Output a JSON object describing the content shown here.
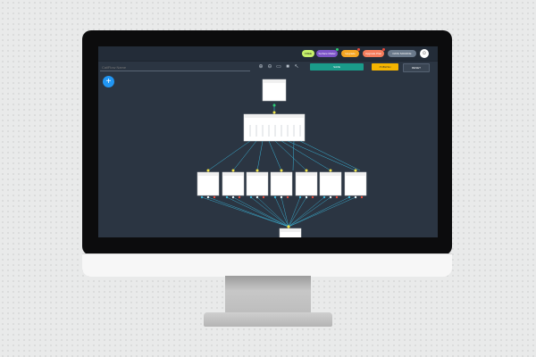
{
  "topbar": {
    "pill_1": "FREE",
    "pill_2": "Surface Mailer",
    "pill_3": "Upgrade",
    "pill_4": "Upgrade Plan",
    "pill_5": "DATA SOURCE",
    "colors": {
      "free": "#c6f06a",
      "purple": "#7d55c7",
      "orange": "#f5a623",
      "salmon": "#f47c5c",
      "slate": "#6b7a8c"
    }
  },
  "toolbar": {
    "search_placeholder": "CallFlow Name",
    "save_label": "SAVE",
    "publish_label": "PUBLISH",
    "reset_label": "RESET",
    "icons": [
      "zoom-in-icon",
      "zoom-out-icon",
      "fit-screen-icon",
      "lock-icon",
      "cursor-icon"
    ]
  },
  "fab_label": "+",
  "accent_colors": {
    "save": "#1a9b8a",
    "publish": "#f4b400",
    "link": "#3bb3d6",
    "connector": "#f1e34b"
  }
}
